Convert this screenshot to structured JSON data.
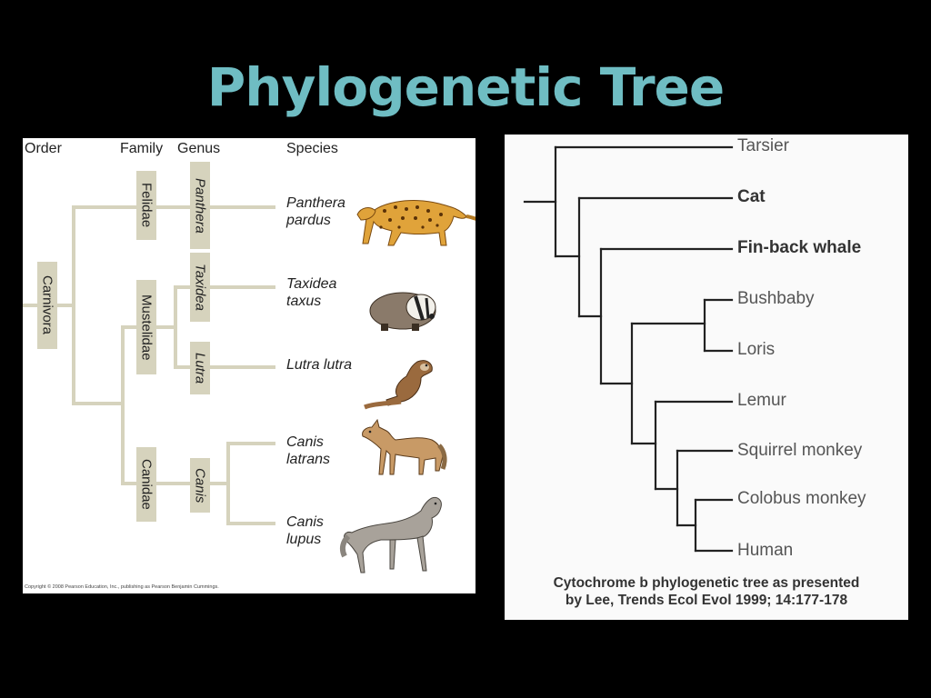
{
  "slide": {
    "title": "Phylogenetic Tree"
  },
  "left_tree": {
    "headers": {
      "order": "Order",
      "family": "Family",
      "genus": "Genus",
      "species": "Species"
    },
    "order": "Carnivora",
    "families": [
      "Felidae",
      "Mustelidae",
      "Canidae"
    ],
    "genera": [
      "Panthera",
      "Taxidea",
      "Lutra",
      "Canis"
    ],
    "species": [
      {
        "line1": "Panthera",
        "line2": "pardus",
        "animal": "leopard"
      },
      {
        "line1": "Taxidea",
        "line2": "taxus",
        "animal": "badger"
      },
      {
        "line1": "Lutra lutra",
        "line2": "",
        "animal": "otter"
      },
      {
        "line1": "Canis",
        "line2": "latrans",
        "animal": "coyote"
      },
      {
        "line1": "Canis",
        "line2": "lupus",
        "animal": "wolf"
      }
    ],
    "copyright": "Copyright © 2008 Pearson Education, Inc., publishing as Pearson Benjamin Cummings.",
    "colors": {
      "branch": "#d6d3bd",
      "box": "#d6d3bd"
    }
  },
  "right_tree": {
    "leaves": [
      {
        "label": "Tarsier",
        "bold": false
      },
      {
        "label": "Cat",
        "bold": true
      },
      {
        "label": "Fin-back whale",
        "bold": true
      },
      {
        "label": "Bushbaby",
        "bold": false
      },
      {
        "label": "Loris",
        "bold": false
      },
      {
        "label": "Lemur",
        "bold": false
      },
      {
        "label": "Squirrel monkey",
        "bold": false
      },
      {
        "label": "Colobus monkey",
        "bold": false
      },
      {
        "label": "Human",
        "bold": false
      }
    ],
    "caption_line1": "Cytochrome b phylogenetic tree as presented",
    "caption_line2": "by Lee, Trends Ecol Evol 1999; 14:177-178",
    "colors": {
      "branch": "#222222"
    }
  }
}
